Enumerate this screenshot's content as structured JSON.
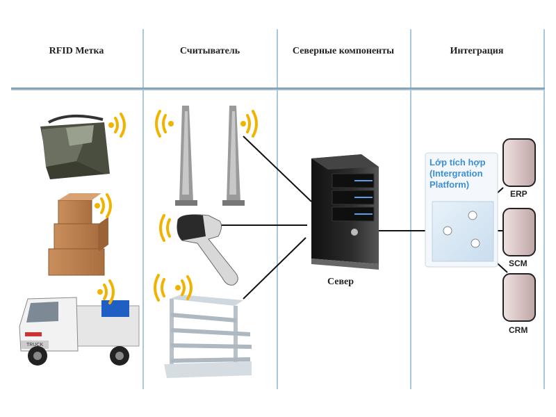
{
  "headers": {
    "tag": "RFID Метка",
    "reader": "Считыватель",
    "server_components": "Северные компоненты",
    "integration": "Интеграция"
  },
  "server": {
    "label": "Север"
  },
  "platform": {
    "line1": "Lớp tích hợp",
    "line2": "(Intergration",
    "line3": "Platform)"
  },
  "systems": [
    "ERP",
    "SCM",
    "CRM"
  ],
  "truck": {
    "plate": "TRUCK"
  },
  "colors": {
    "column_divider": "#a8c8dc",
    "header_rule": "#6e8fa6",
    "rfid_wave": "#f0b400",
    "platform_text": "#3b8fd6",
    "system_block": "#d9c6c6",
    "server_body": "#222222",
    "server_accent": "#5aa0e6"
  },
  "icons": [
    "bag-tag-icon",
    "boxes-tag-icon",
    "truck-tag-icon",
    "gate-reader-icon",
    "handheld-scanner-icon",
    "shelf-reader-icon",
    "server-icon"
  ]
}
